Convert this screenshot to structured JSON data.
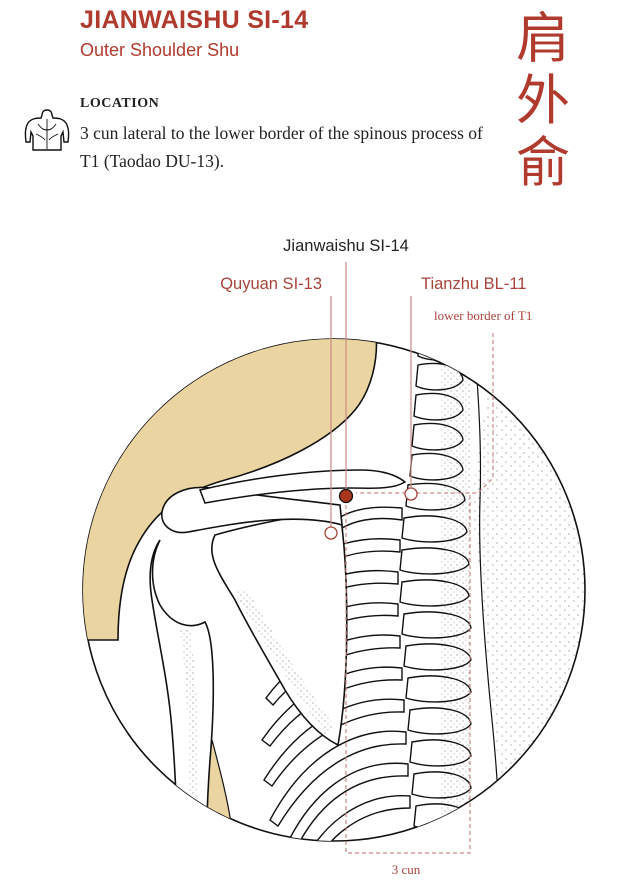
{
  "header": {
    "title": "JIANWAISHU SI-14",
    "subtitle": "Outer Shoulder Shu",
    "chinese": [
      "肩",
      "外",
      "俞"
    ]
  },
  "location": {
    "label": "LOCATION",
    "text": "3 cun lateral to the lower border of the spinous process of T1 (Taodao DU-13).",
    "icon": "back-torso-icon"
  },
  "figure": {
    "labels": {
      "main_point": "Jianwaishu SI-14",
      "left_point": "Quyuan SI-13",
      "right_point": "Tianzhu BL-11",
      "vertebra_note": "lower border of T1",
      "measure": "3 cun"
    },
    "colors": {
      "accent": "#b03a2e",
      "guide": "#c98a85",
      "skin": "#ead5a2",
      "point_fill": "#a9361c",
      "bone_outline": "#111111"
    }
  }
}
